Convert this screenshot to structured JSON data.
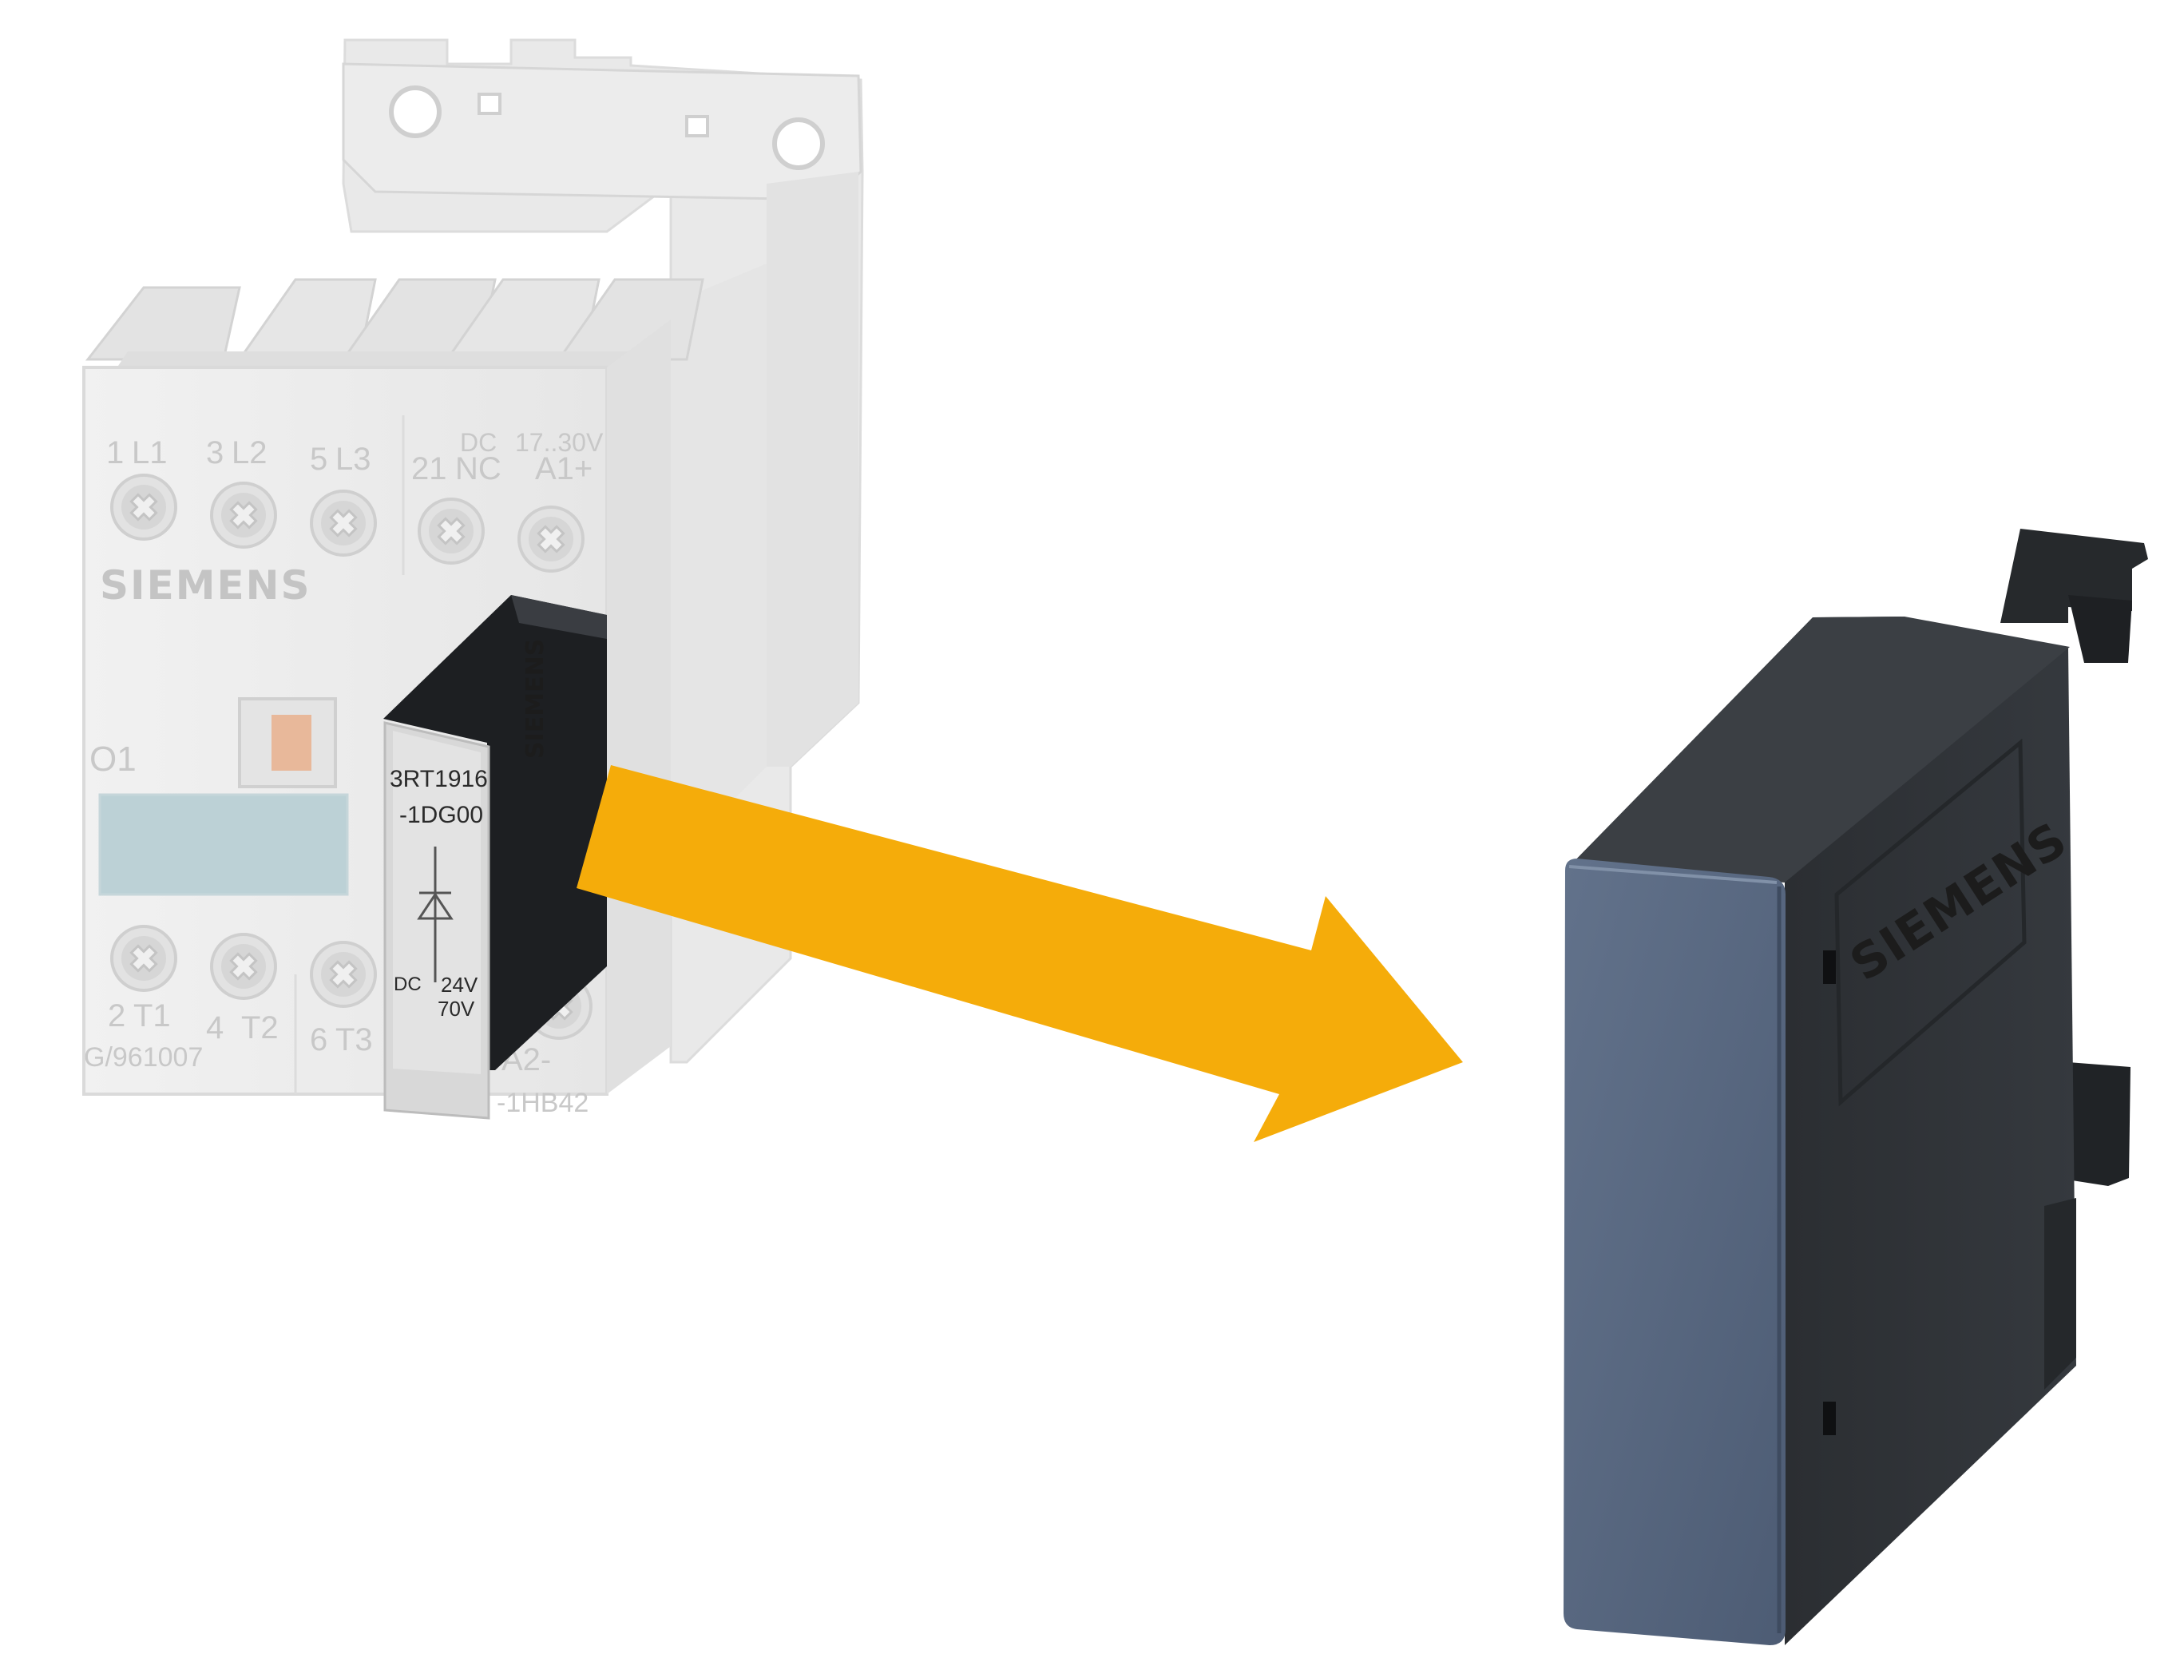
{
  "contactor": {
    "brand": "SIEMENS",
    "top_terminal_labels": [
      {
        "num": "1",
        "name": "L1"
      },
      {
        "num": "3",
        "name": "L2"
      },
      {
        "num": "5",
        "name": "L3"
      },
      {
        "num": "21",
        "name": "NC"
      },
      {
        "num": "",
        "name": "A1+"
      }
    ],
    "top_right_upper": [
      "DC",
      "17..30V"
    ],
    "bottom_terminal_labels": [
      {
        "num": "2",
        "name": "T1"
      },
      {
        "num": "4",
        "name": "T2"
      },
      {
        "num": "6",
        "name": "T3"
      },
      {
        "num": "",
        "name": "A2-"
      }
    ],
    "label_o1": "O1",
    "serial": "G/961007",
    "part_fragment": "-1HB42"
  },
  "module": {
    "part_line1": "3RT1916",
    "part_line2": "-1DG00",
    "rating_dc": "DC",
    "rating_v1": "24V",
    "rating_v2": "70V",
    "side_brand": "SIEMENS"
  },
  "product": {
    "brand": "SIEMENS"
  },
  "colors": {
    "arrow": "#f5ac0a",
    "module_face": "#55657e",
    "module_body": "#2d3034",
    "contactor_body": "#eeeeee"
  }
}
